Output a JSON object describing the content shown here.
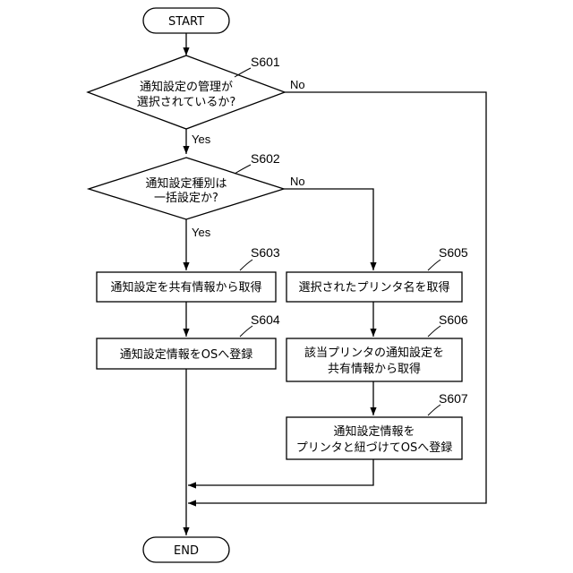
{
  "start": "START",
  "end": "END",
  "yes": "Yes",
  "no": "No",
  "s601": {
    "id": "S601",
    "lines": [
      "通知設定の管理が",
      "選択されているか?"
    ]
  },
  "s602": {
    "id": "S602",
    "lines": [
      "通知設定種別は",
      "一括設定か?"
    ]
  },
  "s603": {
    "id": "S603",
    "lines": [
      "通知設定を共有情報から取得"
    ]
  },
  "s604": {
    "id": "S604",
    "lines": [
      "通知設定情報をOSへ登録"
    ]
  },
  "s605": {
    "id": "S605",
    "lines": [
      "選択されたプリンタ名を取得"
    ]
  },
  "s606": {
    "id": "S606",
    "lines": [
      "該当プリンタの通知設定を",
      "共有情報から取得"
    ]
  },
  "s607": {
    "id": "S607",
    "lines": [
      "通知設定情報を",
      "プリンタと紐づけてOSへ登録"
    ]
  }
}
